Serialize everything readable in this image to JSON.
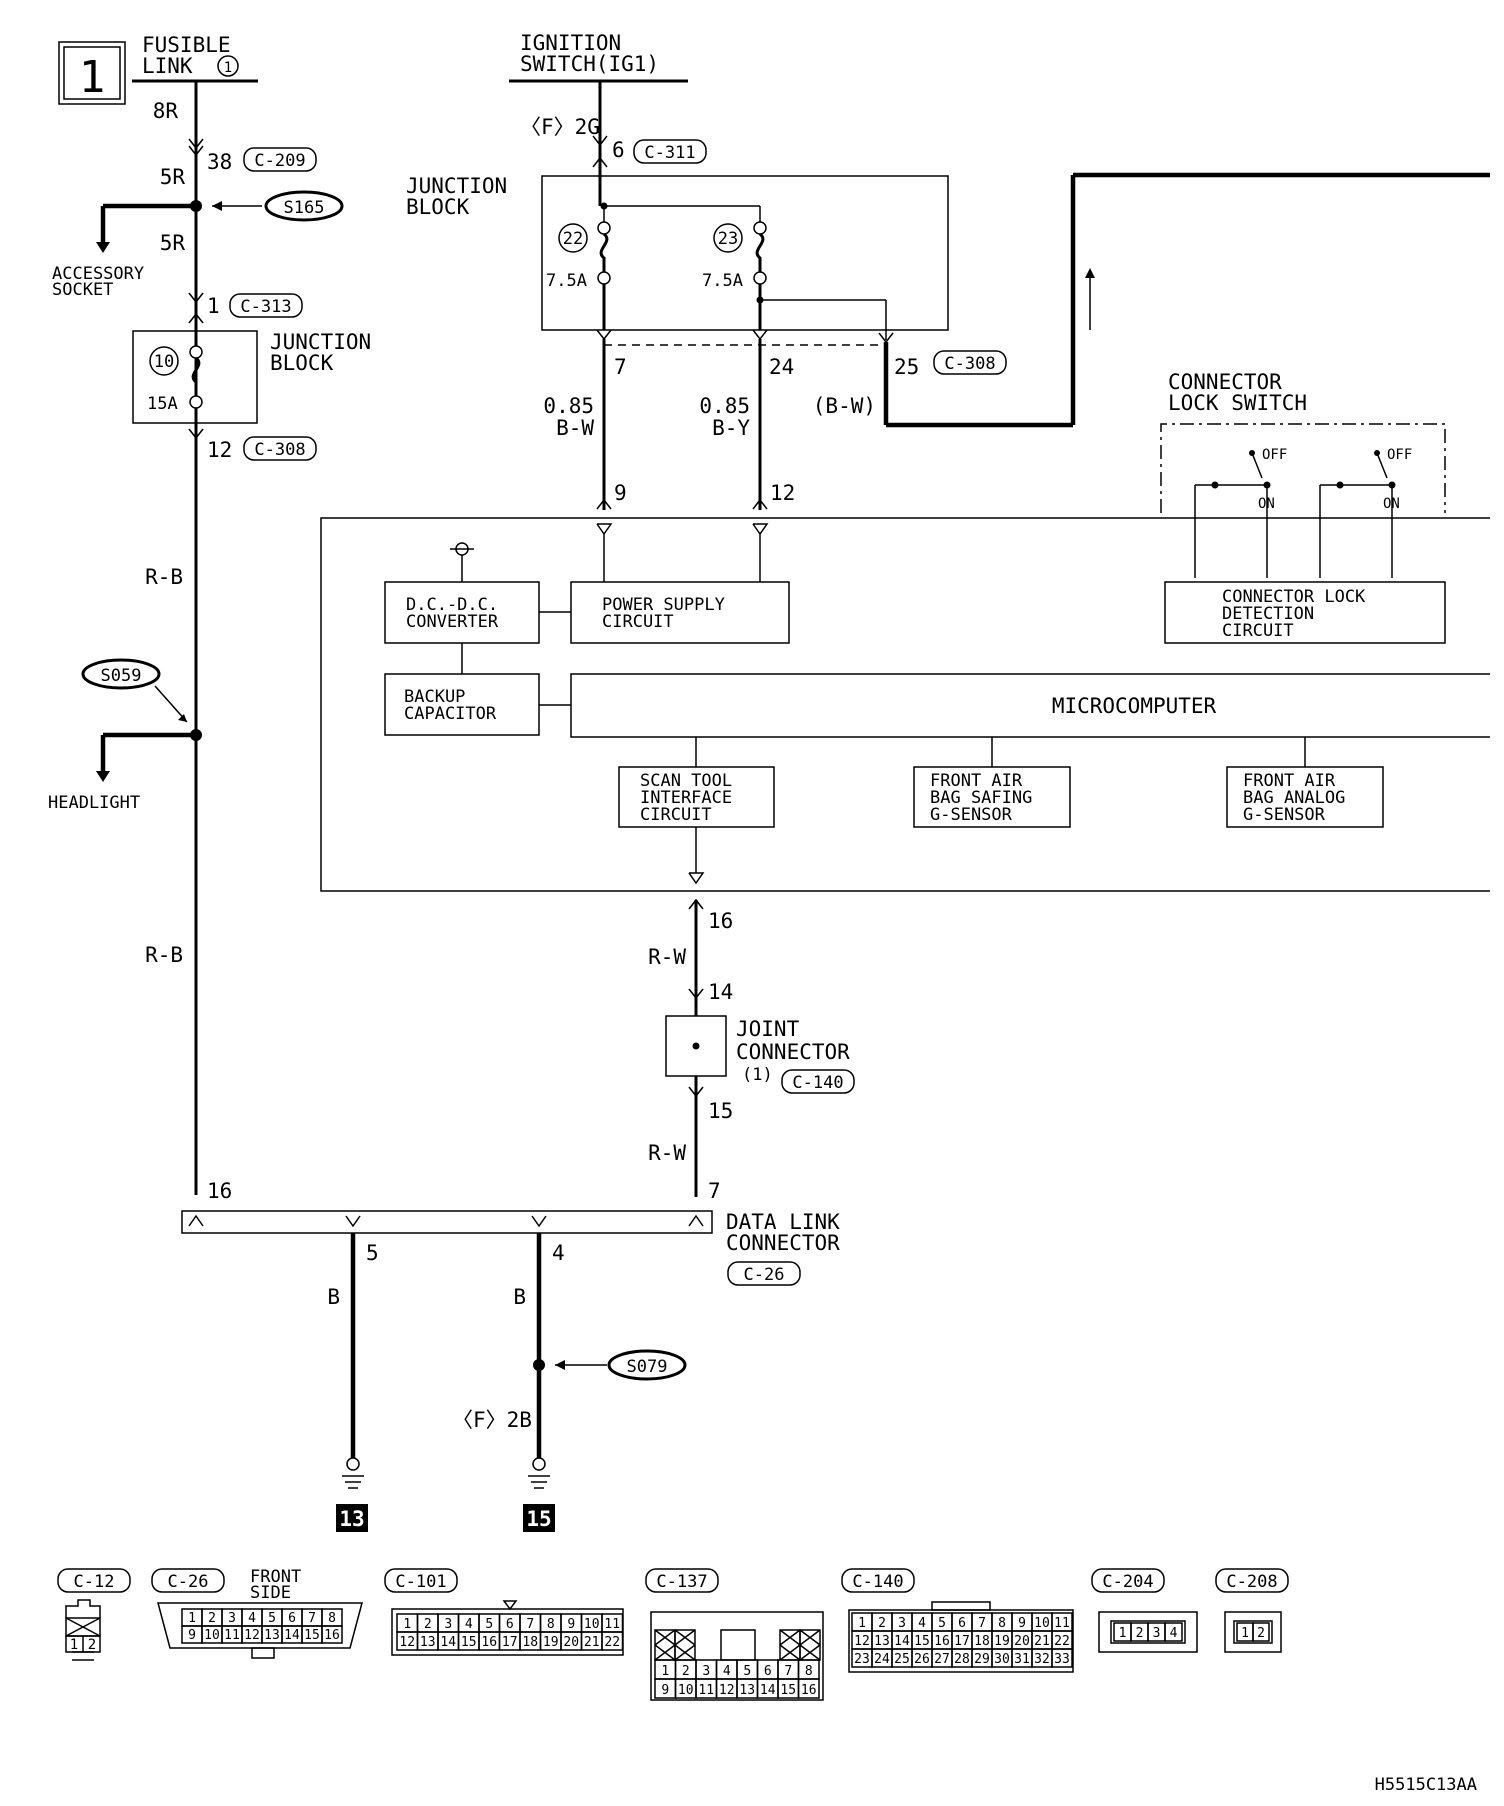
{
  "page_number": "1",
  "figure_code": "H5515C13AA",
  "power_sources": {
    "fusible_link_line1": "FUSIBLE",
    "fusible_link_line2": "LINK",
    "fusible_link_num": "1",
    "ignition_line1": "IGNITION",
    "ignition_line2": "SWITCH(IG1)"
  },
  "left_circuit": {
    "wire_8r": "8R",
    "wire_5r_a": "5R",
    "wire_5r_b": "5R",
    "pin_38": "38",
    "conn_c209": "C-209",
    "splice_s165": "S165",
    "accessory_line1": "ACCESSORY",
    "accessory_line2": "SOCKET",
    "pin_1": "1",
    "conn_c313": "C-313",
    "jb_line1": "JUNCTION",
    "jb_line2": "BLOCK",
    "fuse_10": "10",
    "fuse_10_rating": "15A",
    "pin_12": "12",
    "conn_c308": "C-308",
    "wire_rb_a": "R-B",
    "splice_s059": "S059",
    "headlight": "HEADLIGHT",
    "wire_rb_b": "R-B"
  },
  "ignition_circuit": {
    "wire_f2g": "〈F〉2G",
    "pin_6": "6",
    "conn_c311": "C-311",
    "jb_line1": "JUNCTION",
    "jb_line2": "BLOCK",
    "fuse_22": "22",
    "fuse_22_rating": "7.5A",
    "fuse_23": "23",
    "fuse_23_rating": "7.5A",
    "pin_7": "7",
    "pin_24": "24",
    "pin_25": "25",
    "conn_c308": "C-308",
    "wire1_size": "0.85",
    "wire1_color": "B-W",
    "wire2_size": "0.85",
    "wire2_color": "B-Y",
    "wire3_color": "(B-W)",
    "pin_9": "9",
    "pin_12": "12"
  },
  "lock_switch": {
    "title_line1": "CONNECTOR",
    "title_line2": "LOCK SWITCH",
    "off_label": "OFF",
    "on_label": "ON"
  },
  "srs_unit": {
    "dcdc_line1": "D.C.-D.C.",
    "dcdc_line2": "CONVERTER",
    "power_line1": "POWER SUPPLY",
    "power_line2": "CIRCUIT",
    "backup_line1": "BACKUP",
    "backup_line2": "CAPACITOR",
    "microcomputer": "MICROCOMPUTER",
    "lock_det_line1": "CONNECTOR LOCK",
    "lock_det_line2": "DETECTION",
    "lock_det_line3": "CIRCUIT",
    "scan_line1": "SCAN TOOL",
    "scan_line2": "INTERFACE",
    "scan_line3": "CIRCUIT",
    "safing_line1": "FRONT AIR",
    "safing_line2": "BAG SAFING",
    "safing_line3": "G-SENSOR",
    "analog_line1": "FRONT AIR",
    "analog_line2": "BAG ANALOG",
    "analog_line3": "G-SENSOR"
  },
  "data_circuit": {
    "pin_16": "16",
    "wire_rw_a": "R-W",
    "pin_14": "14",
    "joint_line1": "JOINT",
    "joint_line2": "CONNECTOR",
    "joint_num": "(1)",
    "conn_c140": "C-140",
    "pin_15": "15",
    "wire_rw_b": "R-W",
    "pin_7": "7",
    "dlc_pin_16": "16",
    "dlc_line1": "DATA LINK",
    "dlc_line2": "CONNECTOR",
    "conn_c26": "C-26",
    "pin_5": "5",
    "pin_4": "4",
    "wire_b_a": "B",
    "wire_b_b": "B",
    "splice_s079": "S079",
    "wire_f2b": "〈F〉2B",
    "ground_13": "13",
    "ground_15": "15"
  },
  "connector_views": {
    "c12": {
      "label": "C-12",
      "pins": [
        "1",
        "2"
      ]
    },
    "c26": {
      "label": "C-26",
      "note_line1": "FRONT",
      "note_line2": "SIDE",
      "row1": [
        "1",
        "2",
        "3",
        "4",
        "5",
        "6",
        "7",
        "8"
      ],
      "row2": [
        "9",
        "10",
        "11",
        "12",
        "13",
        "14",
        "15",
        "16"
      ]
    },
    "c101": {
      "label": "C-101",
      "row1": [
        "1",
        "2",
        "3",
        "4",
        "5",
        "6",
        "7",
        "8",
        "9",
        "10",
        "11"
      ],
      "row2": [
        "12",
        "13",
        "14",
        "15",
        "16",
        "17",
        "18",
        "19",
        "20",
        "21",
        "22"
      ]
    },
    "c137": {
      "label": "C-137",
      "row1": [
        "1",
        "2",
        "3",
        "4",
        "5",
        "6",
        "7",
        "8"
      ],
      "row2": [
        "9",
        "10",
        "11",
        "12",
        "13",
        "14",
        "15",
        "16"
      ]
    },
    "c140": {
      "label": "C-140",
      "row1": [
        "1",
        "2",
        "3",
        "4",
        "5",
        "6",
        "7",
        "8",
        "9",
        "10",
        "11"
      ],
      "row2": [
        "12",
        "13",
        "14",
        "15",
        "16",
        "17",
        "18",
        "19",
        "20",
        "21",
        "22"
      ],
      "row3": [
        "23",
        "24",
        "25",
        "26",
        "27",
        "28",
        "29",
        "30",
        "31",
        "32",
        "33"
      ]
    },
    "c204": {
      "label": "C-204",
      "pins": [
        "1",
        "2",
        "3",
        "4"
      ]
    },
    "c208": {
      "label": "C-208",
      "pins": [
        "1",
        "2"
      ]
    }
  }
}
